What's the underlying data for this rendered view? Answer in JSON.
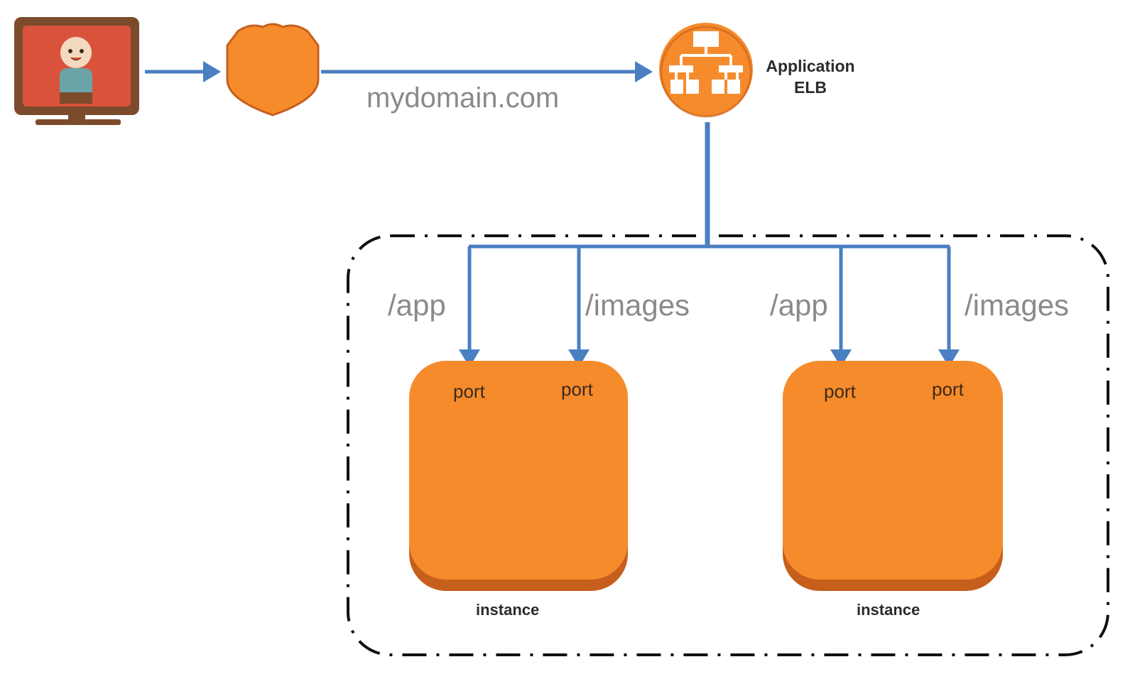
{
  "domain_label": "mydomain.com",
  "elb": {
    "line1": "Application",
    "line2": "ELB"
  },
  "routes": [
    "/app",
    "/images",
    "/app",
    "/images"
  ],
  "ports": [
    "port",
    "port",
    "port",
    "port"
  ],
  "instances": [
    "instance",
    "instance"
  ],
  "colors": {
    "arrow": "#4a7fc1",
    "orange": "#f68b2c",
    "orange_dark": "#c65f1c",
    "monitor_frame": "#7b4b2c",
    "monitor_screen": "#d9533c"
  },
  "icons": [
    "user-monitor-icon",
    "dns-shield-icon",
    "load-balancer-icon"
  ]
}
